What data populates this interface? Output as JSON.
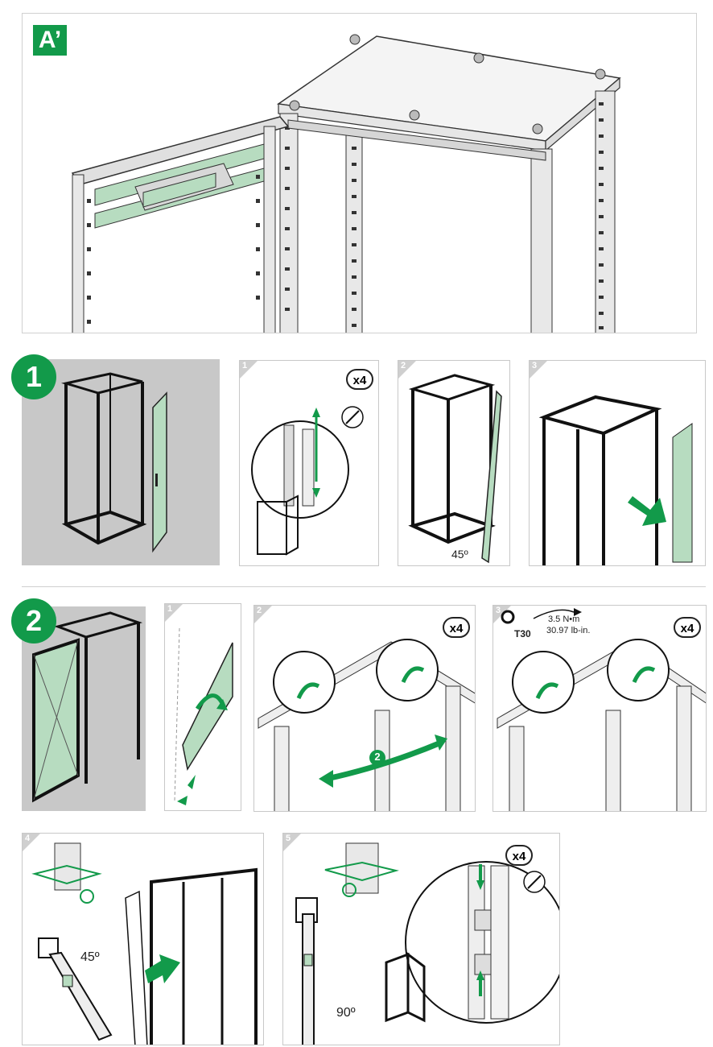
{
  "section_a": {
    "badge": "A’"
  },
  "section_1": {
    "badge": "1",
    "steps": [
      {
        "num": "1",
        "qty": "x4"
      },
      {
        "num": "2",
        "angle": "45º"
      },
      {
        "num": "3"
      }
    ]
  },
  "section_2": {
    "badge": "2",
    "steps": [
      {
        "num": "1"
      },
      {
        "num": "2",
        "qty": "x4",
        "callout": "2"
      },
      {
        "num": "3",
        "qty": "x4",
        "tool": "T30",
        "torque_nm": "3.5 N•m",
        "torque_lbin": "30.97 lb-in."
      },
      {
        "num": "4",
        "angle": "45º"
      },
      {
        "num": "5",
        "qty": "x4",
        "angle": "90º"
      }
    ]
  },
  "colors": {
    "accent_green": "#129a4a",
    "panel_green": "#b7dcc0",
    "gray_panel": "#c8c8c8"
  },
  "icons": [
    "screwdriver-icon",
    "torx-icon",
    "rotation-arrow-icon",
    "hinge-pin-icon"
  ]
}
